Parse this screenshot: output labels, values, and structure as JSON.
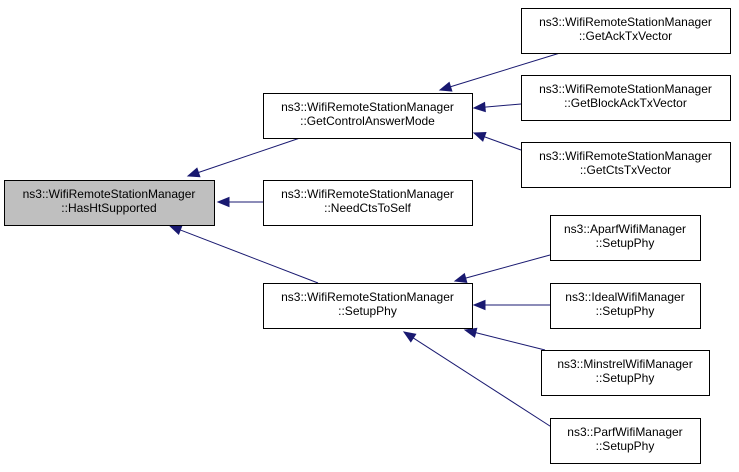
{
  "colors": {
    "edge": "#191970",
    "root_fill": "#bfbfbf",
    "node_fill": "#ffffff",
    "border": "#000000"
  },
  "nodes": [
    {
      "id": "root",
      "line1": "ns3::WifiRemoteStationManager",
      "line2": "::HasHtSupported"
    },
    {
      "id": "get-control-answer-mode",
      "line1": "ns3::WifiRemoteStationManager",
      "line2": "::GetControlAnswerMode"
    },
    {
      "id": "need-cts-to-self",
      "line1": "ns3::WifiRemoteStationManager",
      "line2": "::NeedCtsToSelf"
    },
    {
      "id": "setup-phy",
      "line1": "ns3::WifiRemoteStationManager",
      "line2": "::SetupPhy"
    },
    {
      "id": "get-ack-tx-vector",
      "line1": "ns3::WifiRemoteStationManager",
      "line2": "::GetAckTxVector"
    },
    {
      "id": "get-block-ack-tx-vector",
      "line1": "ns3::WifiRemoteStationManager",
      "line2": "::GetBlockAckTxVector"
    },
    {
      "id": "get-cts-tx-vector",
      "line1": "ns3::WifiRemoteStationManager",
      "line2": "::GetCtsTxVector"
    },
    {
      "id": "aparf-setup-phy",
      "line1": "ns3::AparfWifiManager",
      "line2": "::SetupPhy"
    },
    {
      "id": "ideal-setup-phy",
      "line1": "ns3::IdealWifiManager",
      "line2": "::SetupPhy"
    },
    {
      "id": "minstrel-setup-phy",
      "line1": "ns3::MinstrelWifiManager",
      "line2": "::SetupPhy"
    },
    {
      "id": "parf-setup-phy",
      "line1": "ns3::ParfWifiManager",
      "line2": "::SetupPhy"
    }
  ],
  "edges": [
    {
      "from": "get-control-answer-mode",
      "to": "root"
    },
    {
      "from": "need-cts-to-self",
      "to": "root"
    },
    {
      "from": "setup-phy",
      "to": "root"
    },
    {
      "from": "get-ack-tx-vector",
      "to": "get-control-answer-mode"
    },
    {
      "from": "get-block-ack-tx-vector",
      "to": "get-control-answer-mode"
    },
    {
      "from": "get-cts-tx-vector",
      "to": "get-control-answer-mode"
    },
    {
      "from": "aparf-setup-phy",
      "to": "setup-phy"
    },
    {
      "from": "ideal-setup-phy",
      "to": "setup-phy"
    },
    {
      "from": "minstrel-setup-phy",
      "to": "setup-phy"
    },
    {
      "from": "parf-setup-phy",
      "to": "setup-phy"
    }
  ]
}
